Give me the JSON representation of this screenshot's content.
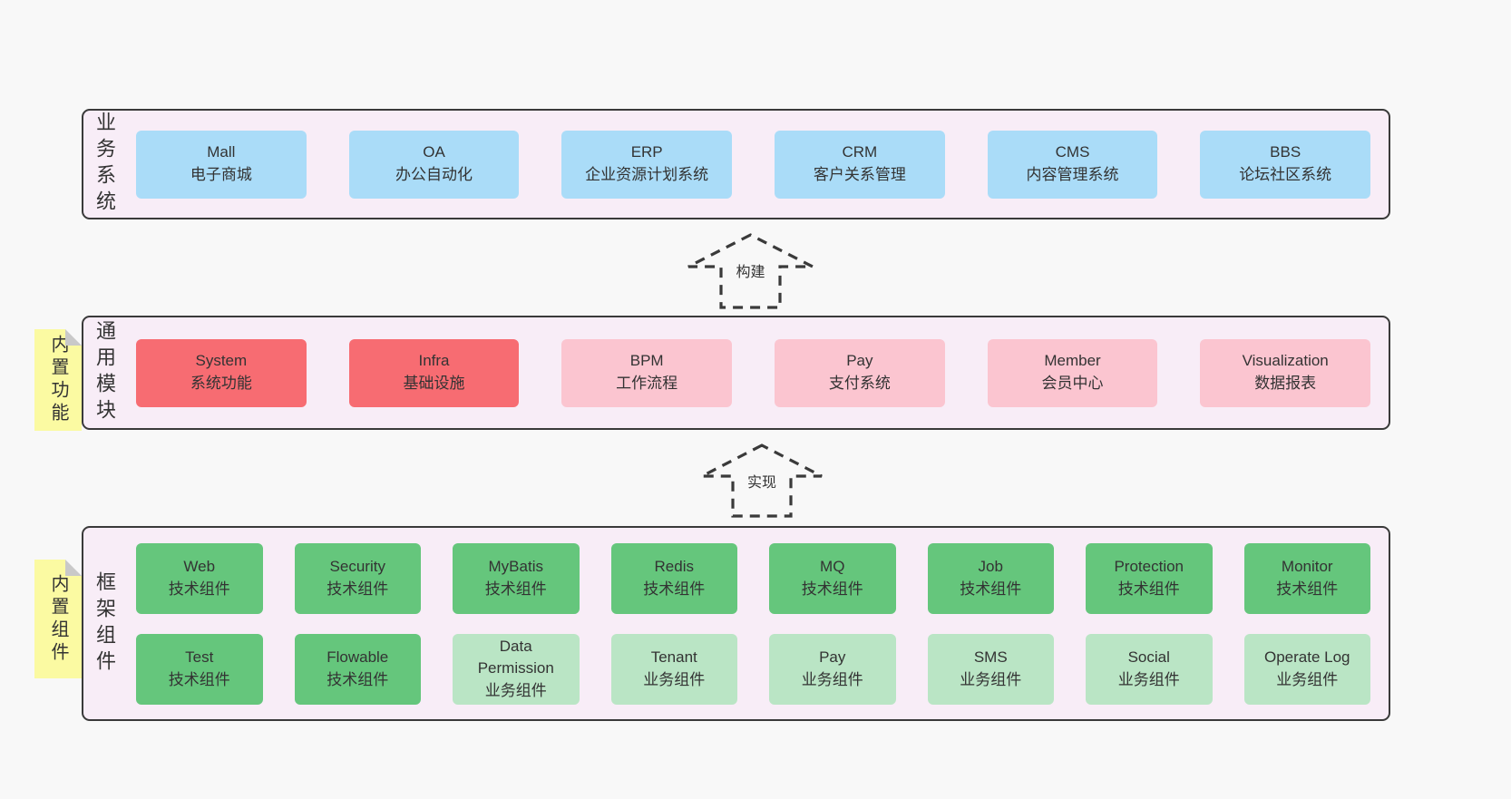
{
  "colors": {
    "page-bg": "#f8f8f8",
    "section-bg": "#f8edf7",
    "section-border": "#3a3a3a",
    "box-blue": "#aadcf8",
    "box-red": "#f76c72",
    "box-pink": "#fbc5d0",
    "box-green": "#65c67c",
    "box-lightgreen": "#bae5c5",
    "sticky-yellow": "#fbfaa2",
    "sticky-fold": "#c9c9c9",
    "text": "#333333"
  },
  "stickies": {
    "features": "内置功能",
    "components": "内置组件"
  },
  "arrows": {
    "build": "构建",
    "implement": "实现"
  },
  "section1": {
    "label": "业务系统",
    "boxes": [
      {
        "name": "Mall",
        "desc": "电子商城"
      },
      {
        "name": "OA",
        "desc": "办公自动化"
      },
      {
        "name": "ERP",
        "desc": "企业资源计划系统"
      },
      {
        "name": "CRM",
        "desc": "客户关系管理"
      },
      {
        "name": "CMS",
        "desc": "内容管理系统"
      },
      {
        "name": "BBS",
        "desc": "论坛社区系统"
      }
    ]
  },
  "section2": {
    "label": "通用模块",
    "boxes": [
      {
        "name": "System",
        "desc": "系统功能"
      },
      {
        "name": "Infra",
        "desc": "基础设施"
      },
      {
        "name": "BPM",
        "desc": "工作流程"
      },
      {
        "name": "Pay",
        "desc": "支付系统"
      },
      {
        "name": "Member",
        "desc": "会员中心"
      },
      {
        "name": "Visualization",
        "desc": "数据报表"
      }
    ]
  },
  "section3": {
    "label": "框架组件",
    "row1": [
      {
        "name": "Web",
        "desc": "技术组件"
      },
      {
        "name": "Security",
        "desc": "技术组件"
      },
      {
        "name": "MyBatis",
        "desc": "技术组件"
      },
      {
        "name": "Redis",
        "desc": "技术组件"
      },
      {
        "name": "MQ",
        "desc": "技术组件"
      },
      {
        "name": "Job",
        "desc": "技术组件"
      },
      {
        "name": "Protection",
        "desc": "技术组件"
      },
      {
        "name": "Monitor",
        "desc": "技术组件"
      }
    ],
    "row2": [
      {
        "name": "Test",
        "desc": "技术组件"
      },
      {
        "name": "Flowable",
        "desc": "技术组件"
      },
      {
        "name": "Data Permission",
        "desc": "业务组件"
      },
      {
        "name": "Tenant",
        "desc": "业务组件"
      },
      {
        "name": "Pay",
        "desc": "业务组件"
      },
      {
        "name": "SMS",
        "desc": "业务组件"
      },
      {
        "name": "Social",
        "desc": "业务组件"
      },
      {
        "name": "Operate Log",
        "desc": "业务组件"
      }
    ]
  }
}
